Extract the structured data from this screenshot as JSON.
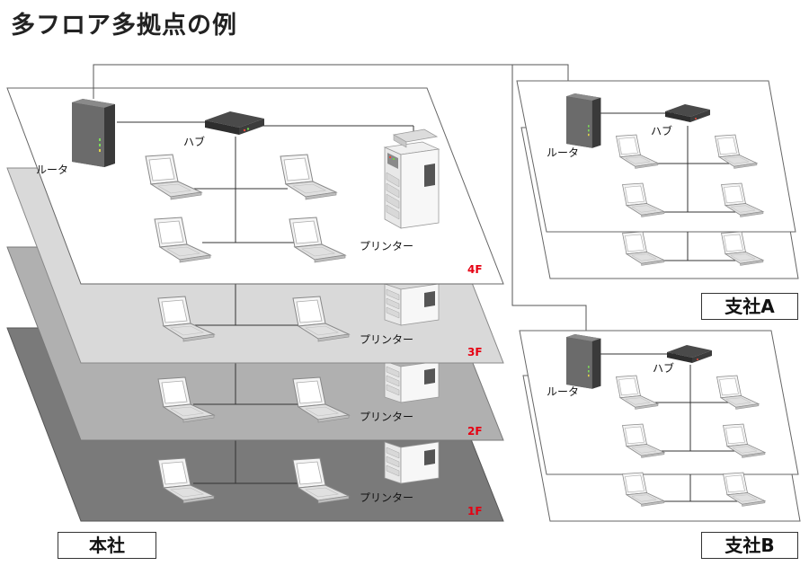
{
  "title": "多フロア多拠点の例",
  "colors": {
    "floor_4f": "#ffffff",
    "floor_3f": "#d9d9d9",
    "floor_2f": "#b0b0b0",
    "floor_1f": "#7a7a7a",
    "floor_label": "#e60012",
    "device_dark": "#3a3a3a"
  },
  "honsha": {
    "name": "本社",
    "floors": [
      {
        "label": "4F",
        "printer_label": "プリンター"
      },
      {
        "label": "3F",
        "printer_label": "プリンター"
      },
      {
        "label": "2F",
        "printer_label": "プリンター"
      },
      {
        "label": "1F",
        "printer_label": "プリンター"
      }
    ],
    "router_label": "ルータ",
    "hub_label": "ハブ"
  },
  "branches": [
    {
      "name": "支社A",
      "router_label": "ルータ",
      "hub_label": "ハブ"
    },
    {
      "name": "支社B",
      "router_label": "ルータ",
      "hub_label": "ハブ"
    }
  ],
  "icons": [
    "router-icon",
    "hub-icon",
    "laptop-icon",
    "printer-icon"
  ]
}
